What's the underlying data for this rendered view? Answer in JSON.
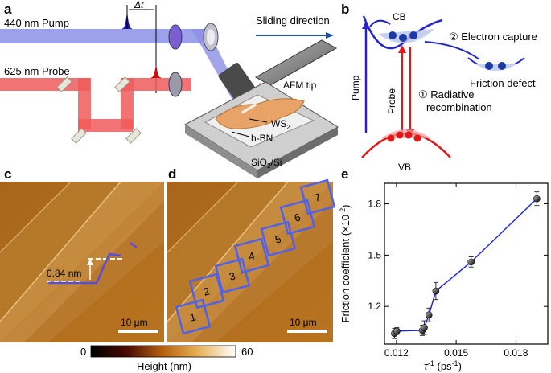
{
  "panels": {
    "a": "a",
    "b": "b",
    "c": "c",
    "d": "d",
    "e": "e"
  },
  "panel_a": {
    "pump_label": "440 nm Pump",
    "probe_label": "625 nm Probe",
    "delay_label": "Δt",
    "sliding_label": "Sliding direction",
    "afm_label": "AFM tip",
    "ws2_label": "WS",
    "ws2_sub": "2",
    "hbn_label": "h-BN",
    "substrate_label": "SiO",
    "substrate_sub": "2",
    "substrate_tail": "/Si",
    "colors": {
      "pump": "#8c8fe6",
      "probe": "#f05a5a"
    }
  },
  "panel_b": {
    "cb": "CB",
    "vb": "VB",
    "pump": "Pump",
    "probe": "Probe",
    "step2": "② Electron capture",
    "defect": "Friction defect",
    "step1_a": "① Radiative",
    "step1_b": "recombination",
    "colors": {
      "blue": "#2424c8",
      "red": "#e01818"
    }
  },
  "panel_c": {
    "step_height": "0.84 nm",
    "scale": "10 μm"
  },
  "panel_d": {
    "boxes": [
      "1",
      "2",
      "3",
      "4",
      "5",
      "6",
      "7"
    ],
    "scale": "10 μm"
  },
  "colorbar": {
    "min": "0",
    "max": "60",
    "label": "Height (nm)"
  },
  "chart_data": {
    "type": "line",
    "xlabel_main": "τ",
    "xlabel_sup": "-1",
    "xlabel_unit": " (ps",
    "xlabel_unit_sup": "-1",
    "xlabel_close": ")",
    "ylabel": "Friction coefficient (×10",
    "ylabel_sup": "-2",
    "ylabel_close": ")",
    "xlim": [
      0.0114,
      0.0196
    ],
    "ylim": [
      0.98,
      1.92
    ],
    "xticks": [
      0.012,
      0.015,
      0.018
    ],
    "xtick_labels": [
      "0.012",
      "0.015",
      "0.018"
    ],
    "yticks": [
      1.2,
      1.5,
      1.8
    ],
    "ytick_labels": [
      "1.2",
      "1.5",
      "1.8"
    ],
    "series": [
      {
        "x": [
          0.0119,
          0.01202,
          0.0133,
          0.0134,
          0.01363,
          0.01398,
          0.01575,
          0.01905
        ],
        "y": [
          1.042,
          1.056,
          1.06,
          1.076,
          1.15,
          1.29,
          1.46,
          1.83
        ],
        "err": [
          0.03,
          0.02,
          0.03,
          0.04,
          0.04,
          0.05,
          0.03,
          0.04
        ]
      }
    ],
    "color": "#1f2ad6"
  }
}
